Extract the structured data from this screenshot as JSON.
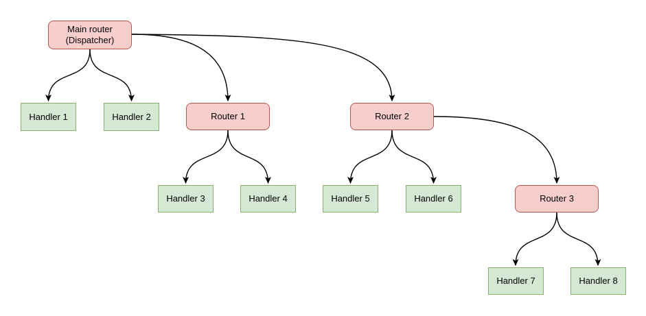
{
  "diagram": {
    "type": "tree",
    "background_color": "#ffffff",
    "edge_color": "#000000",
    "node_styles": {
      "router": {
        "fill": "#f8cecc",
        "stroke": "#b85450",
        "shape": "rounded-rectangle"
      },
      "handler": {
        "fill": "#d5e8d4",
        "stroke": "#82b366",
        "shape": "rectangle"
      }
    },
    "nodes": [
      {
        "id": "main",
        "label": "Main router\n(Dispatcher)",
        "type": "router"
      },
      {
        "id": "h1",
        "label": "Handler 1",
        "type": "handler"
      },
      {
        "id": "h2",
        "label": "Handler 2",
        "type": "handler"
      },
      {
        "id": "r1",
        "label": "Router 1",
        "type": "router"
      },
      {
        "id": "r2",
        "label": "Router 2",
        "type": "router"
      },
      {
        "id": "h3",
        "label": "Handler 3",
        "type": "handler"
      },
      {
        "id": "h4",
        "label": "Handler 4",
        "type": "handler"
      },
      {
        "id": "h5",
        "label": "Handler 5",
        "type": "handler"
      },
      {
        "id": "h6",
        "label": "Handler 6",
        "type": "handler"
      },
      {
        "id": "r3",
        "label": "Router 3",
        "type": "router"
      },
      {
        "id": "h7",
        "label": "Handler 7",
        "type": "handler"
      },
      {
        "id": "h8",
        "label": "Handler 8",
        "type": "handler"
      }
    ],
    "edges": [
      {
        "from": "main",
        "to": "h1"
      },
      {
        "from": "main",
        "to": "h2"
      },
      {
        "from": "main",
        "to": "r1"
      },
      {
        "from": "main",
        "to": "r2"
      },
      {
        "from": "r1",
        "to": "h3"
      },
      {
        "from": "r1",
        "to": "h4"
      },
      {
        "from": "r2",
        "to": "h5"
      },
      {
        "from": "r2",
        "to": "h6"
      },
      {
        "from": "r2",
        "to": "r3"
      },
      {
        "from": "r3",
        "to": "h7"
      },
      {
        "from": "r3",
        "to": "h8"
      }
    ]
  }
}
